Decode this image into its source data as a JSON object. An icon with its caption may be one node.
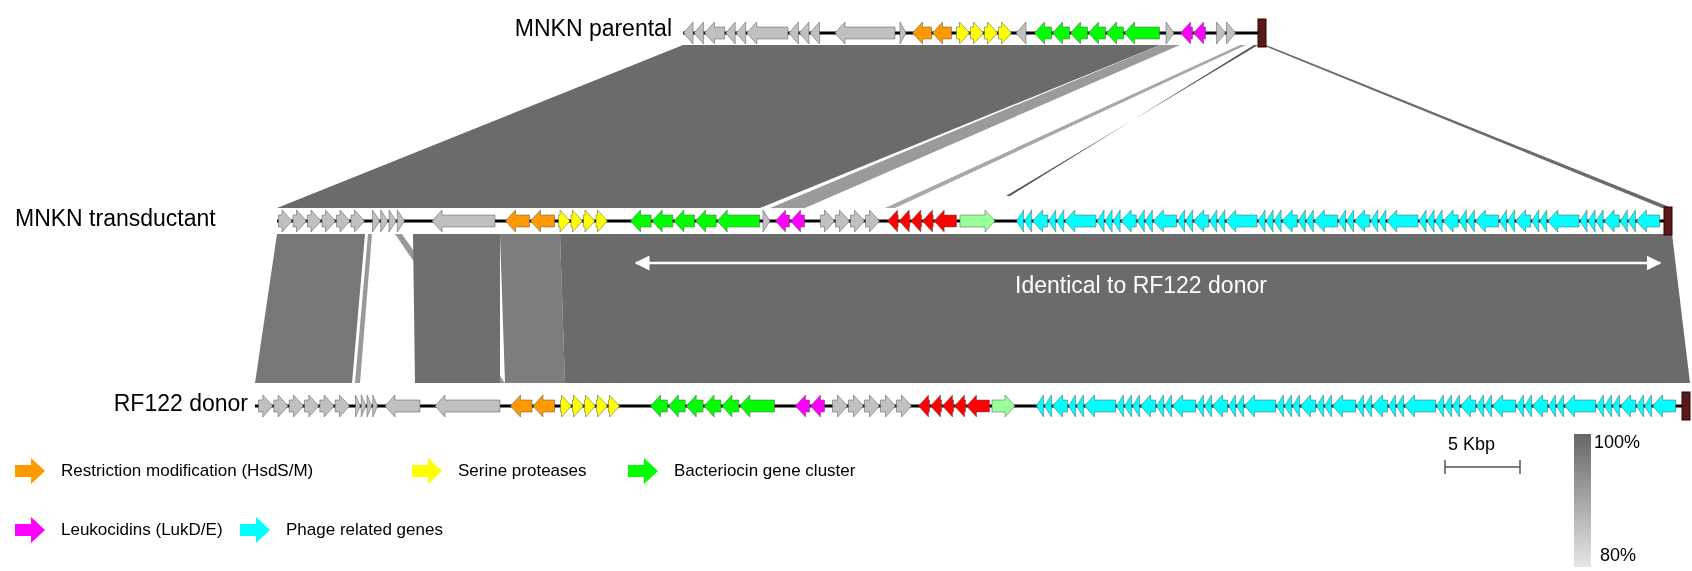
{
  "diagram": {
    "labels": [
      "MNKN parental",
      "MNKN transductant",
      "RF122 donor",
      "Identical to RF122 donor",
      "5 Kbp",
      "100%",
      "80%"
    ],
    "legend": [
      {
        "text": "Restriction modification (HsdS/M)",
        "color": "#ff9900"
      },
      {
        "text": "Serine proteases",
        "color": "#ffff00"
      },
      {
        "text": "Bacteriocin gene cluster",
        "color": "#00ff00"
      },
      {
        "text": "Leukocidins (LukD/E)",
        "color": "#ff00ff"
      },
      {
        "text": "Phage related genes",
        "color": "#00ffff"
      }
    ]
  }
}
